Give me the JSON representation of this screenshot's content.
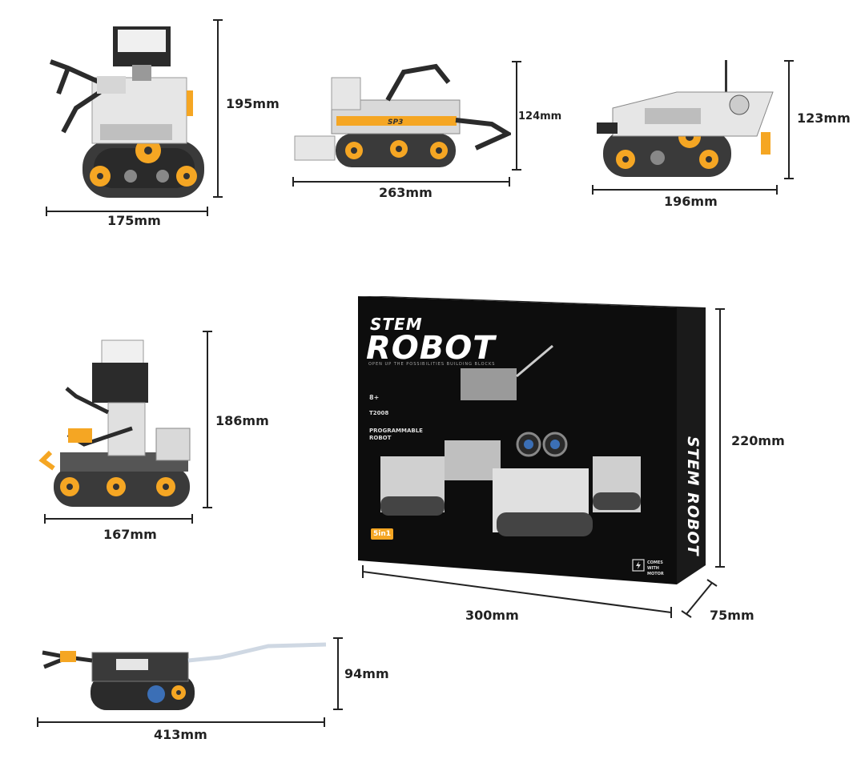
{
  "dimensions": {
    "robot1_height": "195mm",
    "robot1_width": "175mm",
    "robot2_height": "124mm",
    "robot2_width": "263mm",
    "robot3_height": "123mm",
    "robot3_width": "196mm",
    "robot4_height": "186mm",
    "robot4_width": "167mm",
    "box_height": "220mm",
    "box_width": "300mm",
    "box_depth": "75mm",
    "robot5_height": "94mm",
    "robot5_width": "413mm"
  },
  "box": {
    "title_line1": "STEM",
    "title_line2": "ROBOT",
    "tagline": "OPEN UP THE POSSIBILITIES BUILDING BLOCKS",
    "age": "8+",
    "code": "T2008",
    "subtitle": "PROGRAMMABLE ROBOT",
    "badge": "5in1",
    "motor_note": "COMES WITH MOTOR",
    "side_text": "STEM ROBOT"
  },
  "colors": {
    "track": "#3a3a3a",
    "accent": "#f5a623",
    "body_light": "#e6e6e6",
    "box_bg": "#0d0d0d"
  }
}
